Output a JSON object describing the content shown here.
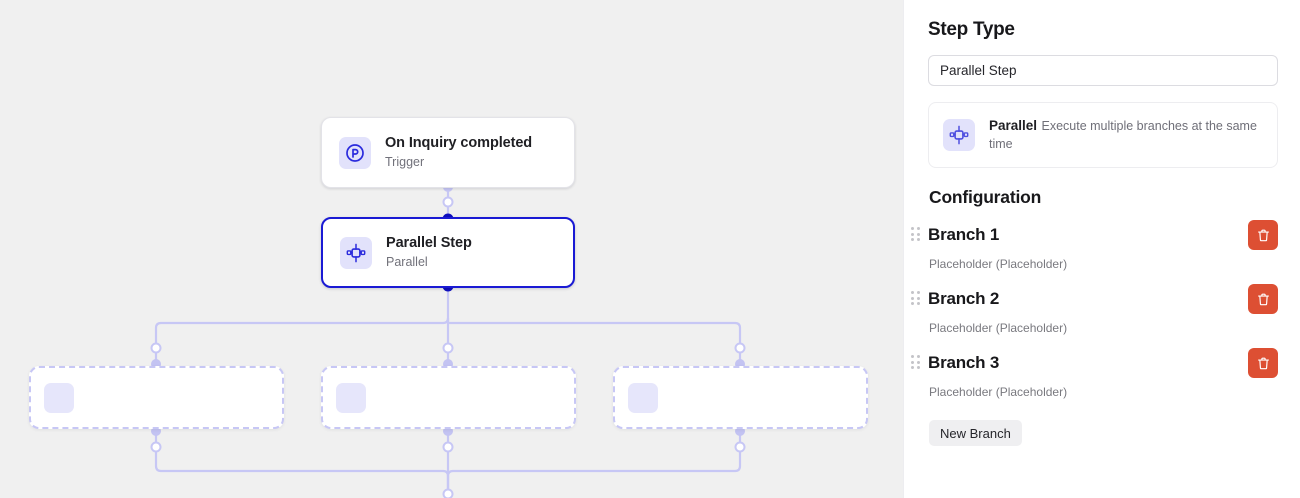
{
  "canvas": {
    "nodes": [
      {
        "id": "trigger",
        "title": "On Inquiry completed",
        "subtitle": "Trigger",
        "icon": "circled-p-icon"
      },
      {
        "id": "parallel",
        "title": "Parallel Step",
        "subtitle": "Parallel",
        "icon": "parallel-hub-icon"
      }
    ],
    "placeholders": [
      {
        "id": "branch-1-placeholder"
      },
      {
        "id": "branch-2-placeholder"
      },
      {
        "id": "branch-3-placeholder"
      }
    ],
    "colors": {
      "background": "#f0f0f0",
      "edge": "#c7c7f5",
      "selected_border": "#1a1ad4",
      "icon_tile": "#e2e2fb"
    }
  },
  "panel": {
    "step_type": {
      "heading": "Step Type",
      "input_value": "Parallel Step",
      "input_placeholder": "Step Type"
    },
    "type_card": {
      "title": "Parallel",
      "description": "Execute multiple branches at the same time",
      "icon": "parallel-hub-icon"
    },
    "configuration": {
      "heading": "Configuration",
      "branches": [
        {
          "name": "Branch 1",
          "subtitle": "Placeholder (Placeholder)",
          "delete_icon": "trash-icon"
        },
        {
          "name": "Branch 2",
          "subtitle": "Placeholder (Placeholder)",
          "delete_icon": "trash-icon"
        },
        {
          "name": "Branch 3",
          "subtitle": "Placeholder (Placeholder)",
          "delete_icon": "trash-icon"
        }
      ],
      "new_branch_label": "New Branch"
    },
    "colors": {
      "delete_button": "#dd4f33",
      "new_branch_button": "#efeff1"
    }
  }
}
